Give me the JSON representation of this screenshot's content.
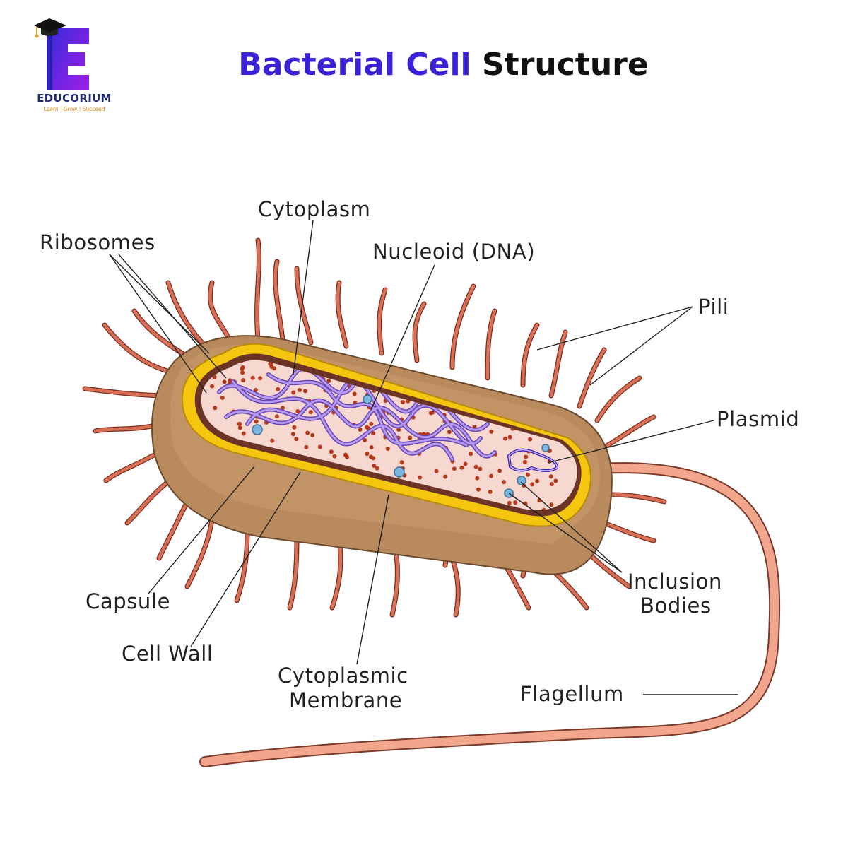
{
  "logo": {
    "name": "EDUCORIUM",
    "tagline": "Learn | Grow | Succeed",
    "brand_color": "#7b1fe0",
    "cap_icon": "graduation-cap-icon"
  },
  "title": {
    "part1": "Bacterial Cell",
    "part2": "Structure",
    "color1": "#3a22d6",
    "color2": "#111111"
  },
  "labels": {
    "ribosomes": "Ribosomes",
    "cytoplasm": "Cytoplasm",
    "nucleoid": "Nucleoid (DNA)",
    "pili": "Pili",
    "plasmid": "Plasmid",
    "inclusion1": "Inclusion",
    "inclusion2": "Bodies",
    "capsule": "Capsule",
    "cell_wall": "Cell Wall",
    "membrane1": "Cytoplasmic",
    "membrane2": "Membrane",
    "flagellum": "Flagellum"
  },
  "colors": {
    "capsule": "#b98a5e",
    "cell_wall": "#f5c60f",
    "membrane": "#6b3427",
    "cytoplasm": "#f6d8d0",
    "dna": "#8f6ad8",
    "pili": "#d86f57",
    "ribosome": "#b5391c",
    "inclusion": "#7ab6df"
  }
}
